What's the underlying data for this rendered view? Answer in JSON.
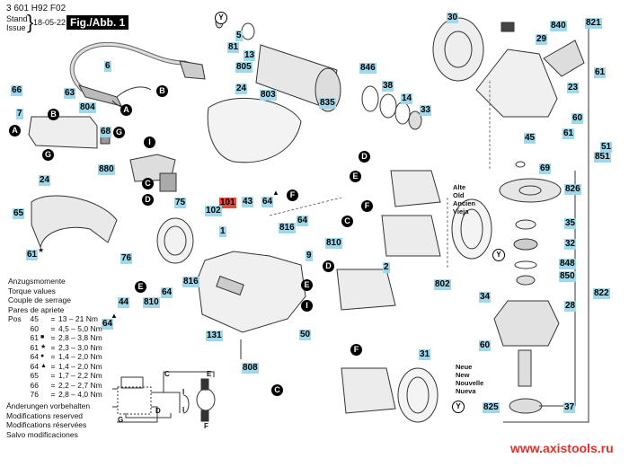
{
  "header": {
    "part_code": "3 601 H92 F02",
    "stand_label": "Stand",
    "issue_label": "Issue",
    "date": "18-05-22",
    "figure_tag": "Fig./Abb. 1"
  },
  "torque_table": {
    "heading_lines": [
      "Anzugsmomente",
      "Torque values",
      "Couple de serrage",
      "Pares de apriete"
    ],
    "pos_label": "Pos",
    "rows": [
      {
        "pos": "45",
        "marker": "",
        "value": "13 – 21 Nm"
      },
      {
        "pos": "60",
        "marker": "",
        "value": "4,5 – 5,0 Nm"
      },
      {
        "pos": "61",
        "marker": "■",
        "value": "2,8 – 3,8 Nm"
      },
      {
        "pos": "61",
        "marker": "★",
        "value": "2,3 – 3,0 Nm"
      },
      {
        "pos": "64",
        "marker": "●",
        "value": "1,4 – 2,0 Nm"
      },
      {
        "pos": "64",
        "marker": "▲",
        "value": "1,4 – 2,0 Nm"
      },
      {
        "pos": "65",
        "marker": "",
        "value": "1,7 – 2,2 Nm"
      },
      {
        "pos": "66",
        "marker": "",
        "value": "2,2 – 2,7 Nm"
      },
      {
        "pos": "76",
        "marker": "",
        "value": "2,8 – 4,0 Nm"
      }
    ]
  },
  "modifications": [
    "Änderungen vorbehalten",
    "Modifications reserved",
    "Modifications réservées",
    "Salvo modificaciones"
  ],
  "variant_old": [
    "Alte",
    "Old",
    "Ancien",
    "Vieja"
  ],
  "variant_new": [
    "Neue",
    "New",
    "Nouvelle",
    "Nueva"
  ],
  "website": "www.axistools.ru",
  "part_labels": {
    "p5": "5",
    "p805": "805",
    "p6": "6",
    "p66": "66",
    "p63": "63",
    "p7": "7",
    "p804": "804",
    "p68": "68",
    "p880": "880",
    "p75": "75",
    "p24a": "24",
    "p65": "65",
    "p61star": "61",
    "p76": "76",
    "p81": "81",
    "p13": "13",
    "p803": "803",
    "p24b": "24",
    "p835": "835",
    "p846": "846",
    "p38": "38",
    "p14": "14",
    "p33": "33",
    "p30": "30",
    "p840": "840",
    "p29": "29",
    "p821": "821",
    "p61sq_a": "61",
    "p23": "23",
    "p60a": "60",
    "p61sq_b": "61",
    "p45": "45",
    "p51": "51",
    "p851": "851",
    "p69": "69",
    "p826": "826",
    "p35": "35",
    "p32": "32",
    "p848": "848",
    "p850": "850",
    "p822": "822",
    "p34": "34",
    "p28": "28",
    "p60b": "60",
    "p825": "825",
    "p37": "37",
    "p101": "101",
    "p102": "102",
    "p43": "43",
    "p64tri_a": "64",
    "p816a": "816",
    "p64dot_a": "64",
    "p810a": "810",
    "p1": "1",
    "p9": "9",
    "p2": "2",
    "p802": "802",
    "p31": "31",
    "p50": "50",
    "p44": "44",
    "p64tri_b": "64",
    "p810b": "810",
    "p64dot_b": "64",
    "p816b": "816",
    "p131": "131",
    "p808": "808"
  },
  "callouts": {
    "A1": "A",
    "B1": "B",
    "A2": "A",
    "B2": "B",
    "G1": "G",
    "G2": "G",
    "I1": "I",
    "C1": "C",
    "D1": "D",
    "D2": "D",
    "E1": "E",
    "F1": "F",
    "F2": "F",
    "C2": "C",
    "D3": "D",
    "E2": "E",
    "I2": "I",
    "F3": "F",
    "C3": "C",
    "E3": "E",
    "Y1": "Y",
    "Y2": "Y",
    "Y3": "Y"
  },
  "schematic_labels": {
    "C": "C",
    "D": "D",
    "E": "E",
    "F": "F",
    "G": "G",
    "I1": "I",
    "I2": "I"
  },
  "label_color": "#9fd8ea",
  "highlight_color": "#e84a3a"
}
